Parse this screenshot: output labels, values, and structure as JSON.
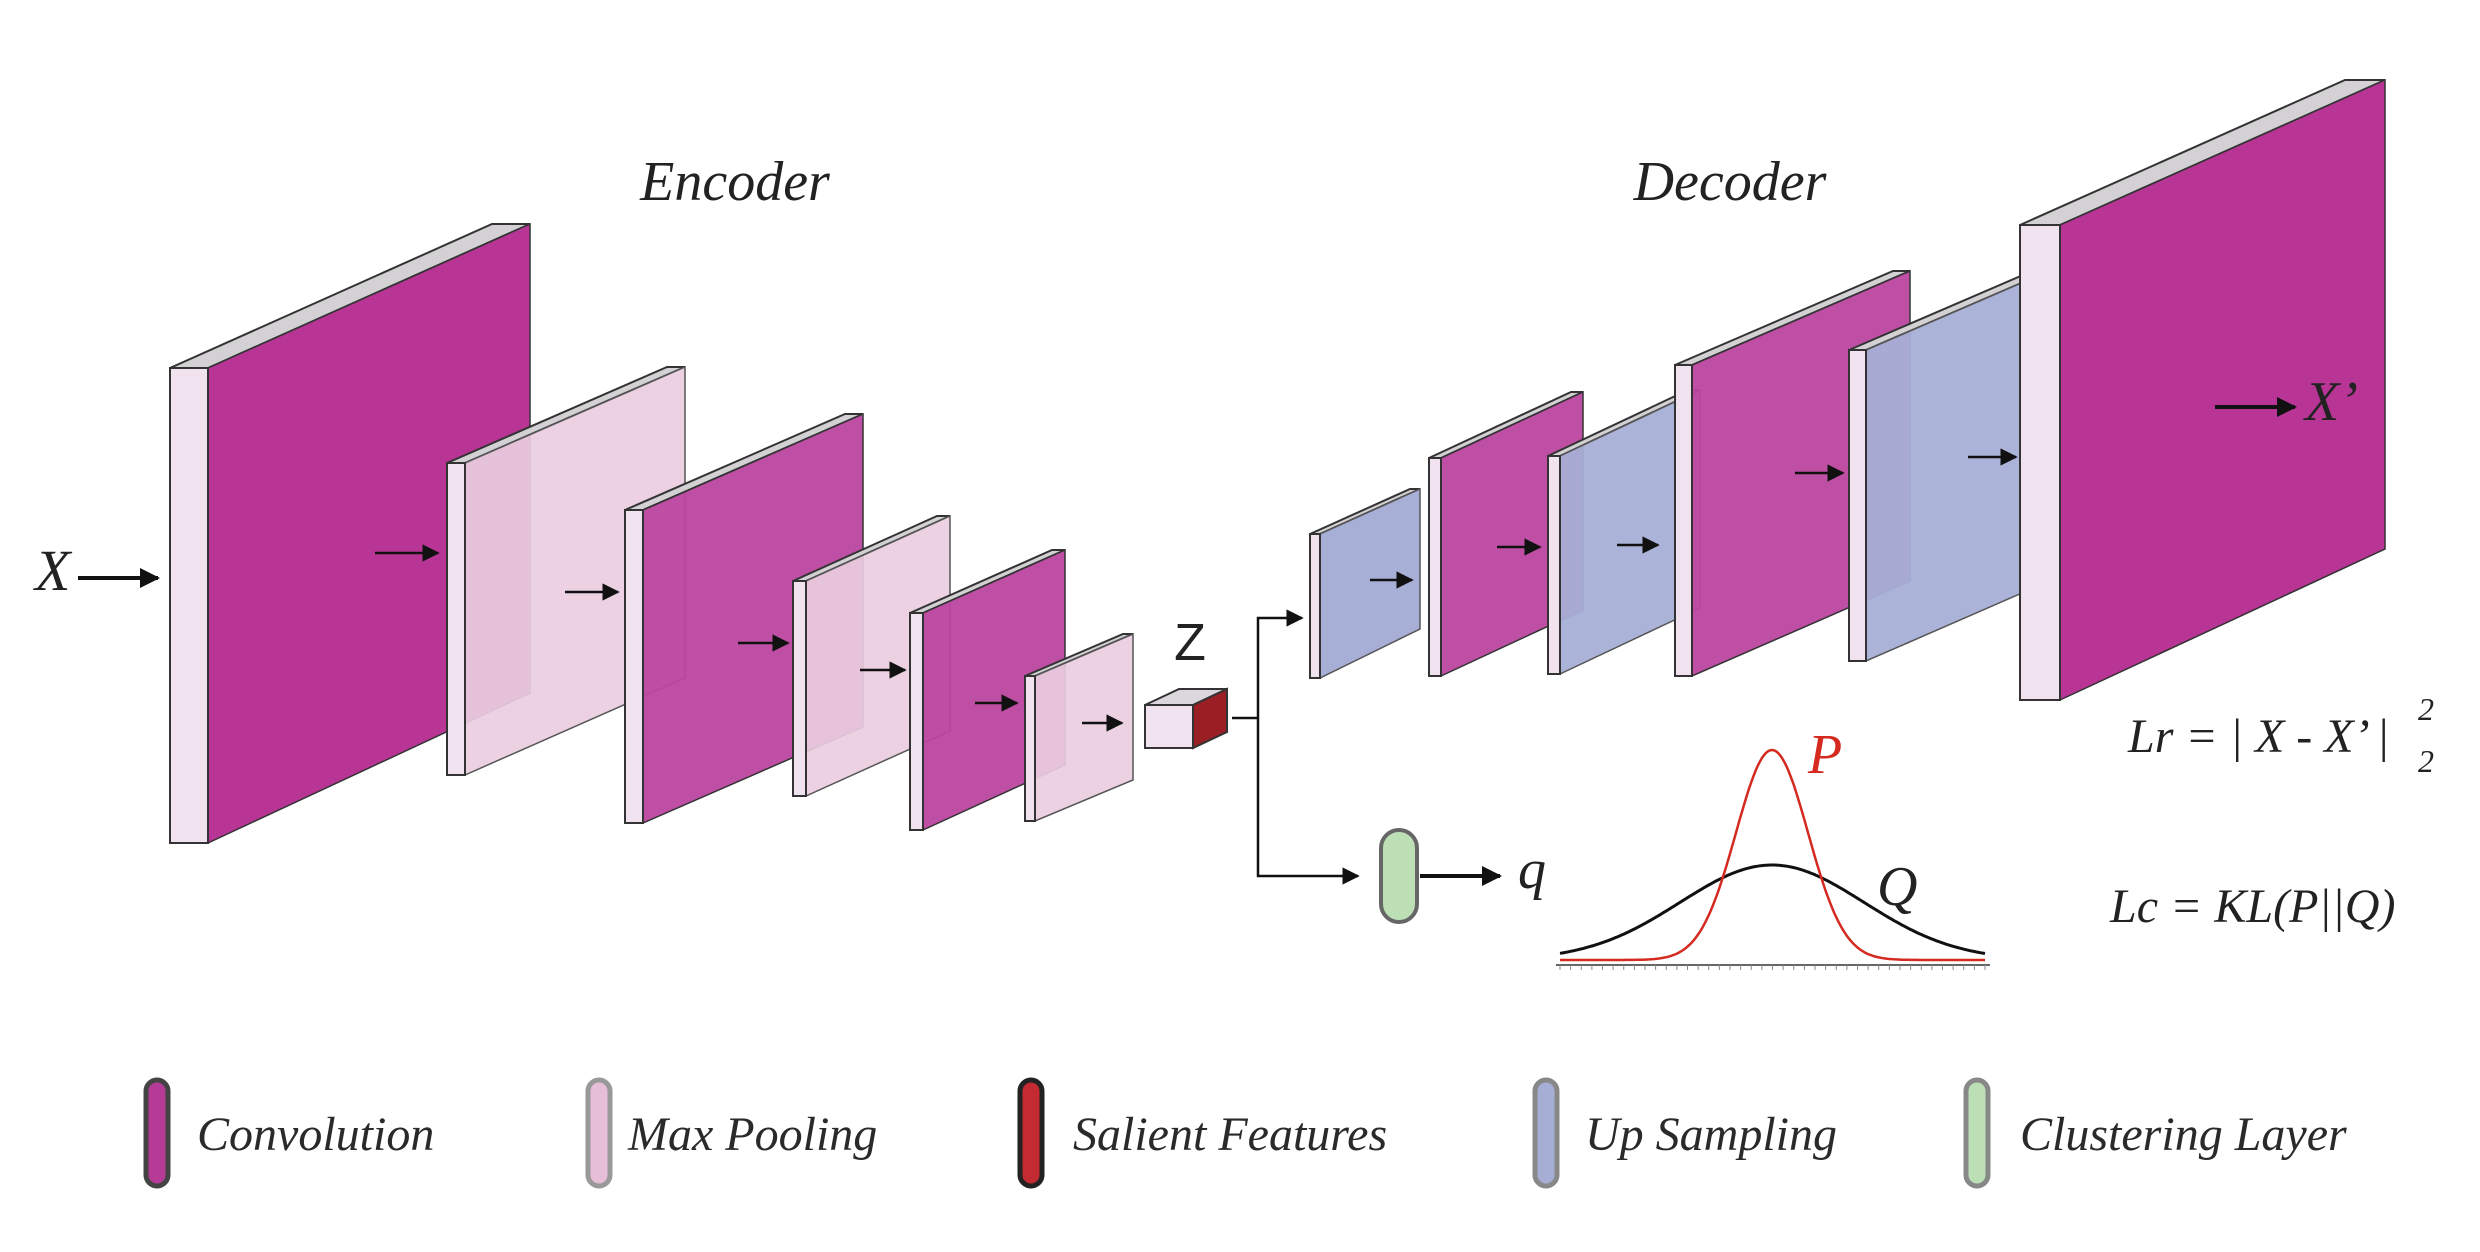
{
  "titles": {
    "encoder": "Encoder",
    "decoder": "Decoder"
  },
  "symbols": {
    "input": "X",
    "output": "X’",
    "latent": "Z",
    "soft_assign": "q",
    "target_dist": "P",
    "soft_dist": "Q"
  },
  "equations": {
    "recon_loss": "Lr = | X - X’ |",
    "recon_sup": "2",
    "recon_sub": "2",
    "cluster_loss": "Lc = KL(P||Q)"
  },
  "legend": [
    {
      "label": "Convolution",
      "color": "#b53b97"
    },
    {
      "label": "Max Pooling",
      "color": "#e6bed8"
    },
    {
      "label": "Salient Features",
      "color": "#c42a32"
    },
    {
      "label": "Up Sampling",
      "color": "#a6aed6"
    },
    {
      "label": "Clustering Layer",
      "color": "#bcdfb6"
    }
  ],
  "colors": {
    "convolution": "#b53b97",
    "max_pooling": "#e6bed8",
    "salient": "#9a1f24",
    "up_sampling": "#a6aed6",
    "clustering": "#bcdfb6",
    "curve_p": "#d42a20",
    "curve_q": "#111111"
  }
}
